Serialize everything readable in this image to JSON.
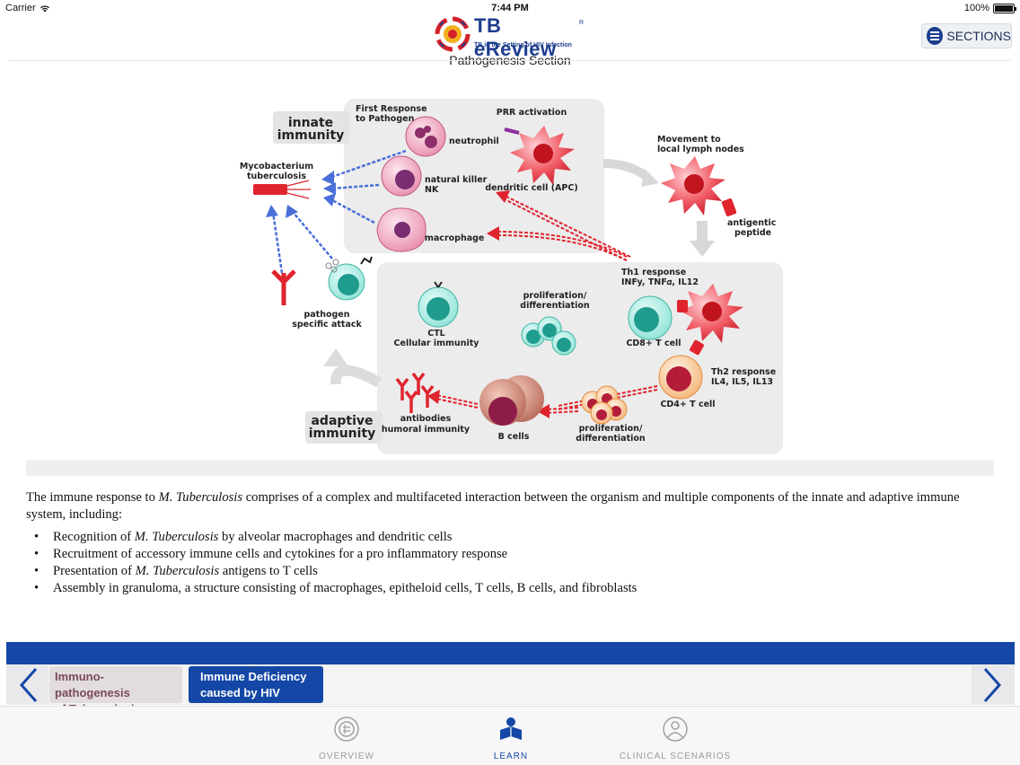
{
  "status_bar": {
    "carrier": "Carrier",
    "time": "7:44 PM",
    "battery": "100%"
  },
  "header": {
    "logo": {
      "title_prefix": "TB ",
      "title_e": "e",
      "title_suffix": "Review",
      "registered": "R",
      "subtitle": "TB in the Setting of HIV Infection"
    },
    "section_title": "Pathogenesis Section",
    "sections_button": "SECTIONS"
  },
  "diagram": {
    "innate_label_1": "innate",
    "innate_label_2": "immunity",
    "adaptive_label_1": "adaptive",
    "adaptive_label_2": "immunity",
    "mycobacterium_1": "Mycobacterium",
    "mycobacterium_2": "tuberculosis",
    "first_response_1": "First Response",
    "first_response_2": "to Pathogen",
    "neutrophil": "neutrophil",
    "natural_killer_1": "natural killer",
    "natural_killer_2": "NK",
    "macrophage": "macrophage",
    "prr_activation": "PRR activation",
    "dendritic_cell": "dendritic cell (APC)",
    "movement_1": "Movement to",
    "movement_2": "local lymph nodes",
    "antigenic_1": "antigentic",
    "antigenic_2": "peptide",
    "th1_1": "Th1 response",
    "th1_2": "INFy, TNF𝛼, IL12",
    "pathogen_attack_1": "pathogen",
    "pathogen_attack_2": "specific attack",
    "ctl_1": "CTL",
    "ctl_2": "Cellular immunity",
    "prolif_top_1": "proliferation/",
    "prolif_top_2": "differentiation",
    "cd8": "CD8+ T cell",
    "th2_1": "Th2 response",
    "th2_2": "IL4, IL5, IL13",
    "cd4": "CD4+ T cell",
    "antibodies_1": "antibodies",
    "antibodies_2": "humoral immunity",
    "b_cells": "B cells",
    "prolif_bottom_1": "proliferation/",
    "prolif_bottom_2": "differentiation"
  },
  "content": {
    "intro_1": "The immune response to ",
    "intro_italic": "M. Tuberculosis",
    "intro_2": " comprises of a complex and multifaceted interaction between the organism and multiple components of the innate and adaptive immune system, including:",
    "bullets": [
      {
        "pre": "Recognition of ",
        "italic": "M. Tuberculosis",
        "post": " by alveolar macrophages and dendritic cells"
      },
      {
        "pre": "Recruitment of accessory immune cells and cytokines for a pro inflammatory response",
        "italic": "",
        "post": ""
      },
      {
        "pre": "Presentation of ",
        "italic": "M. Tuberculosis",
        "post": " antigens to T cells"
      },
      {
        "pre": "Assembly in granuloma, a structure consisting of macrophages, epitheloid cells, T cells, B cells, and fibroblasts",
        "italic": "",
        "post": ""
      }
    ]
  },
  "topic_nav": {
    "items": [
      {
        "line1": "Immuno-pathogenesis",
        "line2": "of Tuberculosis",
        "active": false
      },
      {
        "line1": "Immune Deficiency",
        "line2": "caused by HIV",
        "active": true
      }
    ]
  },
  "tabs": [
    {
      "label": "OVERVIEW",
      "icon": "overview-icon",
      "active": false
    },
    {
      "label": "LEARN",
      "icon": "learn-icon",
      "active": true
    },
    {
      "label": "CLINICAL SCENARIOS",
      "icon": "clinical-scenarios-icon",
      "active": false
    }
  ],
  "colors": {
    "brand_blue": "#1447a6",
    "logo_blue": "#1d3d8f",
    "chip_inactive_text": "#7a4a5a"
  }
}
